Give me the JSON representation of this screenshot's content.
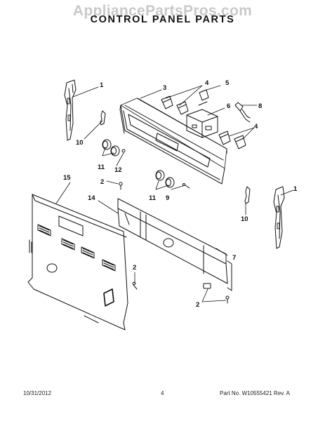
{
  "watermark": "AppliancePartsPros.com",
  "title": "CONTROL PANEL PARTS",
  "callouts": {
    "c1_left": "1",
    "c1_right": "1",
    "c2_top": "2",
    "c2_mid": "2",
    "c2_bottom": "2",
    "c3": "3",
    "c4_top": "4",
    "c4_right": "4",
    "c5": "5",
    "c6": "6",
    "c7": "7",
    "c8": "8",
    "c9": "9",
    "c10_left": "10",
    "c10_right": "10",
    "c11_left": "11",
    "c11_mid": "11",
    "c12": "12",
    "c14": "14",
    "c15": "15"
  },
  "footer": {
    "date": "10/31/2012",
    "page": "4",
    "part": "Part No.  W10555421  Rev.  A"
  }
}
